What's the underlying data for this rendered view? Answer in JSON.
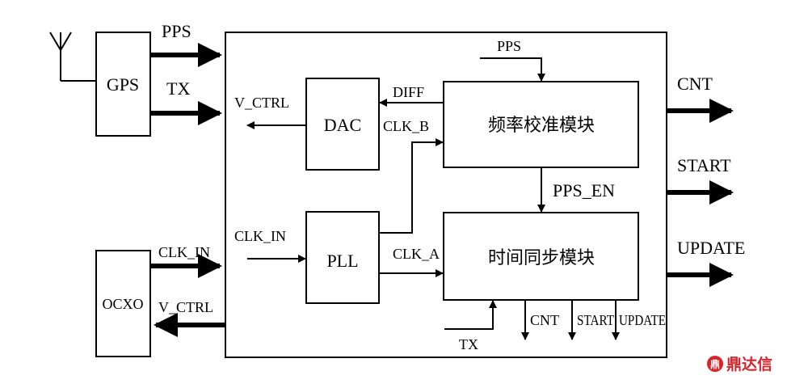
{
  "blocks": {
    "gps": "GPS",
    "dac": "DAC",
    "pll": "PLL",
    "ocxo": "OCXO",
    "freq_cal": "频率校准模块",
    "time_sync": "时间同步模块"
  },
  "signals": {
    "gps_pps": "PPS",
    "gps_tx": "TX",
    "v_ctrl_top": "V_CTRL",
    "diff": "DIFF",
    "clk_b": "CLK_B",
    "pps_top": "PPS",
    "pps_en": "PPS_EN",
    "clk_in_inner": "CLK_IN",
    "clk_a": "CLK_A",
    "clk_in_ocxo": "CLK_IN",
    "v_ctrl_ocxo": "V_CTRL",
    "tx_bottom": "TX",
    "cnt_small": "CNT",
    "start_small": "START",
    "update_small": "UPDATE",
    "cnt_out": "CNT",
    "start_out": "START",
    "update_out": "UPDATE"
  },
  "watermark": {
    "text": "鼎达信",
    "color": "#d8232a"
  }
}
